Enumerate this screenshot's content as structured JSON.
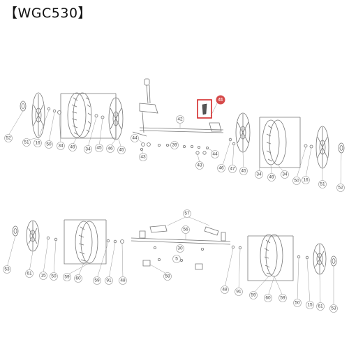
{
  "title": "【WGC530】",
  "highlight_label": "41",
  "labels": [
    {
      "id": "u52a",
      "text": "52"
    },
    {
      "id": "u51a",
      "text": "51"
    },
    {
      "id": "u16a",
      "text": "16"
    },
    {
      "id": "u50a",
      "text": "50"
    },
    {
      "id": "u34a",
      "text": "34"
    },
    {
      "id": "u49a",
      "text": "49"
    },
    {
      "id": "u34b",
      "text": "34"
    },
    {
      "id": "u45a",
      "text": "45"
    },
    {
      "id": "u46a",
      "text": "46"
    },
    {
      "id": "u45b",
      "text": "45"
    },
    {
      "id": "u44a",
      "text": "44"
    },
    {
      "id": "u39",
      "text": "39"
    },
    {
      "id": "u43a",
      "text": "43"
    },
    {
      "id": "u42",
      "text": "42"
    },
    {
      "id": "u44b",
      "text": "44"
    },
    {
      "id": "u43b",
      "text": "43"
    },
    {
      "id": "u46b",
      "text": "46"
    },
    {
      "id": "u47",
      "text": "47"
    },
    {
      "id": "u45c",
      "text": "45"
    },
    {
      "id": "u34c",
      "text": "34"
    },
    {
      "id": "u49b",
      "text": "49"
    },
    {
      "id": "u34d",
      "text": "34"
    },
    {
      "id": "u50b",
      "text": "50"
    },
    {
      "id": "u16b",
      "text": "16"
    },
    {
      "id": "u51b",
      "text": "51"
    },
    {
      "id": "u52b",
      "text": "52"
    },
    {
      "id": "l53a",
      "text": "53"
    },
    {
      "id": "l61a",
      "text": "61"
    },
    {
      "id": "l15a",
      "text": "15"
    },
    {
      "id": "l50a",
      "text": "50"
    },
    {
      "id": "l59a",
      "text": "59"
    },
    {
      "id": "l60a",
      "text": "60"
    },
    {
      "id": "l59b",
      "text": "59"
    },
    {
      "id": "l91a",
      "text": "91"
    },
    {
      "id": "l48a",
      "text": "48"
    },
    {
      "id": "l57",
      "text": "57"
    },
    {
      "id": "l56",
      "text": "56"
    },
    {
      "id": "l30",
      "text": "30"
    },
    {
      "id": "l5",
      "text": "5"
    },
    {
      "id": "l58",
      "text": "58"
    },
    {
      "id": "l48b",
      "text": "48"
    },
    {
      "id": "l91b",
      "text": "91"
    },
    {
      "id": "l59c",
      "text": "59"
    },
    {
      "id": "l60b",
      "text": "60"
    },
    {
      "id": "l59d",
      "text": "59"
    },
    {
      "id": "l50b",
      "text": "50"
    },
    {
      "id": "l15b",
      "text": "15"
    },
    {
      "id": "l61b",
      "text": "61"
    },
    {
      "id": "l53b",
      "text": "53"
    }
  ]
}
